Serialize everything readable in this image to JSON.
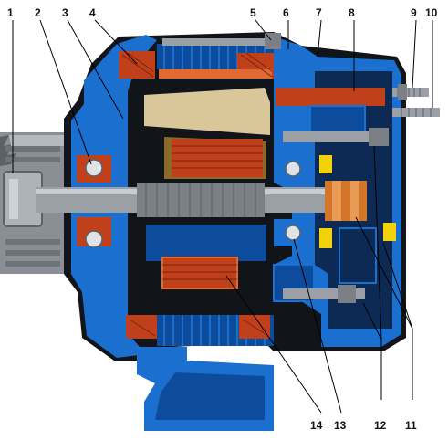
{
  "colors": {
    "housing": "#1a6fcf",
    "housing_dark": "#0d4c9c",
    "steel": "#9aa0a6",
    "steel_dark": "#5c6166",
    "winding": "#c0401c",
    "winding_light": "#e06a30",
    "rotor_core": "#d9c79a",
    "copper": "#d4762a",
    "insulator": "#f2d20a",
    "shadow": "#111418",
    "leader": "#000000"
  },
  "icons": {
    "bearing_ball": "circle"
  },
  "callouts": [
    {
      "id": "1",
      "label": "1"
    },
    {
      "id": "2",
      "label": "2"
    },
    {
      "id": "3",
      "label": "3"
    },
    {
      "id": "4",
      "label": "4"
    },
    {
      "id": "5",
      "label": "5"
    },
    {
      "id": "6",
      "label": "6"
    },
    {
      "id": "7",
      "label": "7"
    },
    {
      "id": "8",
      "label": "8"
    },
    {
      "id": "9",
      "label": "9"
    },
    {
      "id": "10",
      "label": "10"
    },
    {
      "id": "11",
      "label": "11"
    },
    {
      "id": "12",
      "label": "12"
    },
    {
      "id": "13",
      "label": "13"
    },
    {
      "id": "14",
      "label": "14"
    }
  ]
}
